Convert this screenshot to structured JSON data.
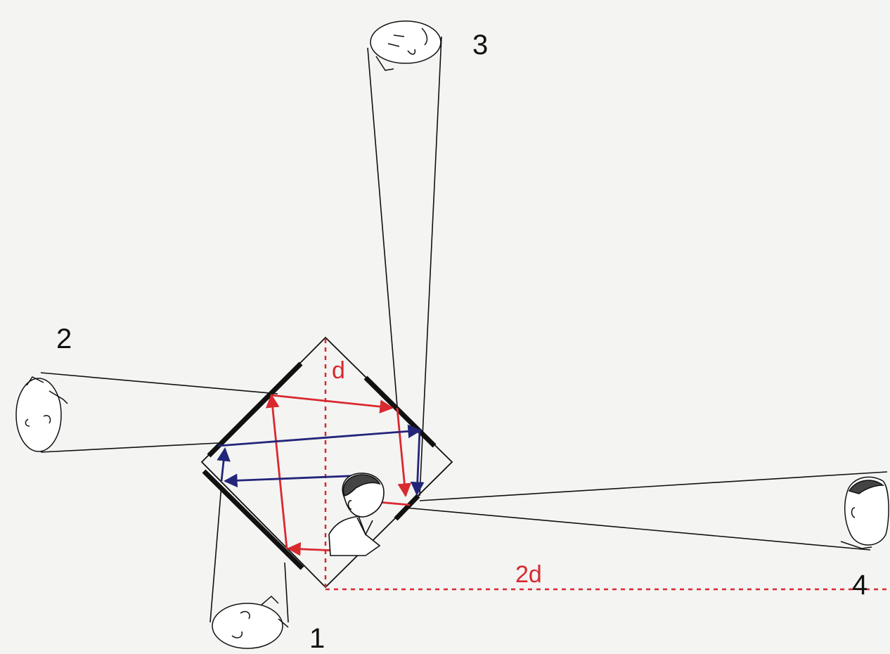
{
  "labels": {
    "viewer1": "1",
    "viewer2": "2",
    "viewer3": "3",
    "viewer4": "4",
    "distance_d": "d",
    "distance_2d": "2d"
  },
  "colors": {
    "background": "#f4f4f3",
    "line": "#111111",
    "mirror": "#111111",
    "red_ray": "#d8292f",
    "blue_ray": "#23257a",
    "dimension": "#d8292f"
  }
}
